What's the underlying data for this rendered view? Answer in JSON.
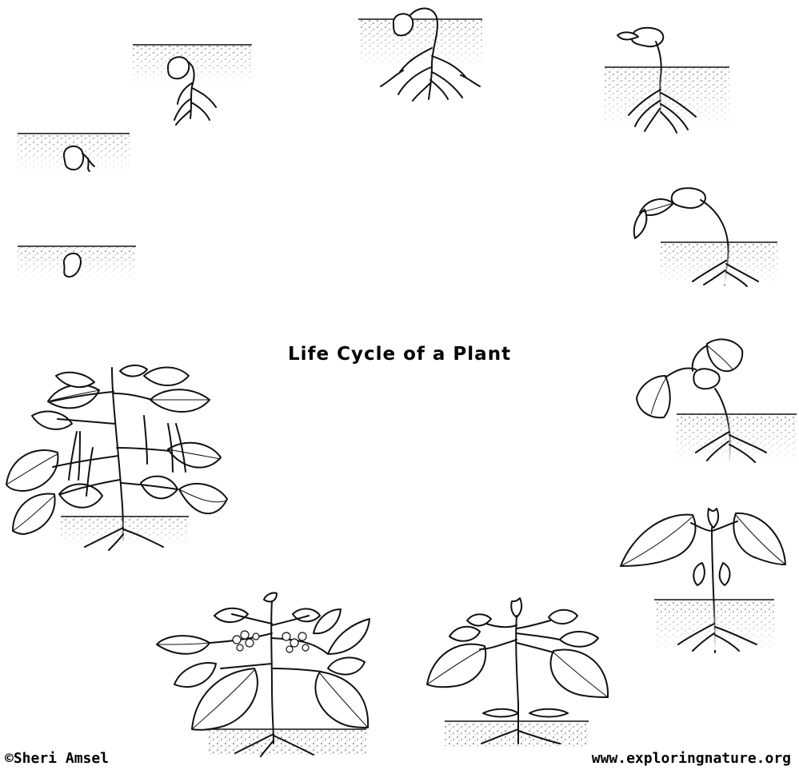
{
  "title": "Life Cycle of a Plant",
  "credit_left": "©Sheri Amsel",
  "credit_right": "www.exploringnature.org",
  "colors": {
    "ink": "#111111",
    "background": "#ffffff"
  }
}
